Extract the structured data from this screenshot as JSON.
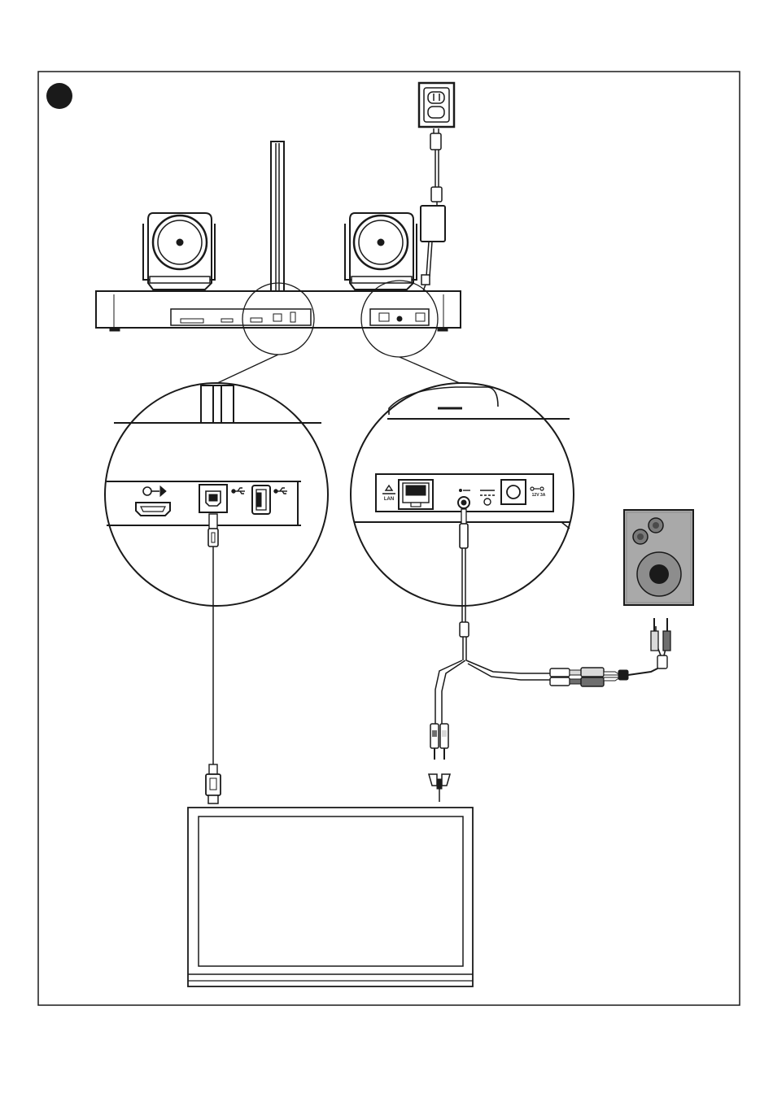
{
  "step_marker": {
    "shape": "filled-circle",
    "color": "#1a1a1a"
  },
  "ports": {
    "lan": "LAN",
    "dc_rating": "12V 3A"
  },
  "colors": {
    "line": "#1a1a1a",
    "speaker_body": "#a9a9a9",
    "speaker_frame": "#8a8a8a",
    "woofer": "#1a1a1a",
    "rca_red": "#6e6e6e",
    "rca_white": "#d9d9d9"
  },
  "icons": [
    "wall-outlet-icon",
    "power-adapter-icon",
    "camera-icon",
    "antenna-icon",
    "hdmi-port-icon",
    "usb-b-port-icon",
    "usb-a-port-icon",
    "lan-port-icon",
    "audio-jack-icon",
    "dc-power-port-icon",
    "speaker-icon",
    "monitor-icon"
  ]
}
